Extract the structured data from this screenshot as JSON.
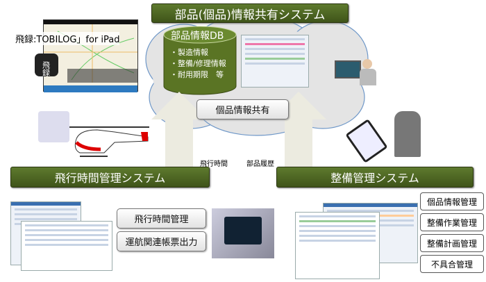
{
  "title": "部品(個品)情報共有システム",
  "db": {
    "title": "部品情報DB",
    "items": [
      "・製造情報",
      "・整備/修理情報",
      "・耐用期限　等"
    ]
  },
  "ipad_label": "飛録:TOBILOG」for iPad",
  "app_icon_text": "飛録",
  "share_button": "個品情報共有",
  "flow_labels": {
    "left": "飛行時間",
    "right": "部品履歴"
  },
  "left_system": {
    "title": "飛行時間管理システム",
    "buttons": [
      "飛行時間管理",
      "運航関連帳票出力"
    ]
  },
  "right_system": {
    "title": "整備管理システム",
    "buttons": [
      "個品情報管理",
      "整備作業管理",
      "整備計画管理",
      "不具合管理"
    ]
  },
  "colors": {
    "green": "#4f6228",
    "cloud": "#e6e6e6",
    "cloud_border": "#6e97c8"
  }
}
